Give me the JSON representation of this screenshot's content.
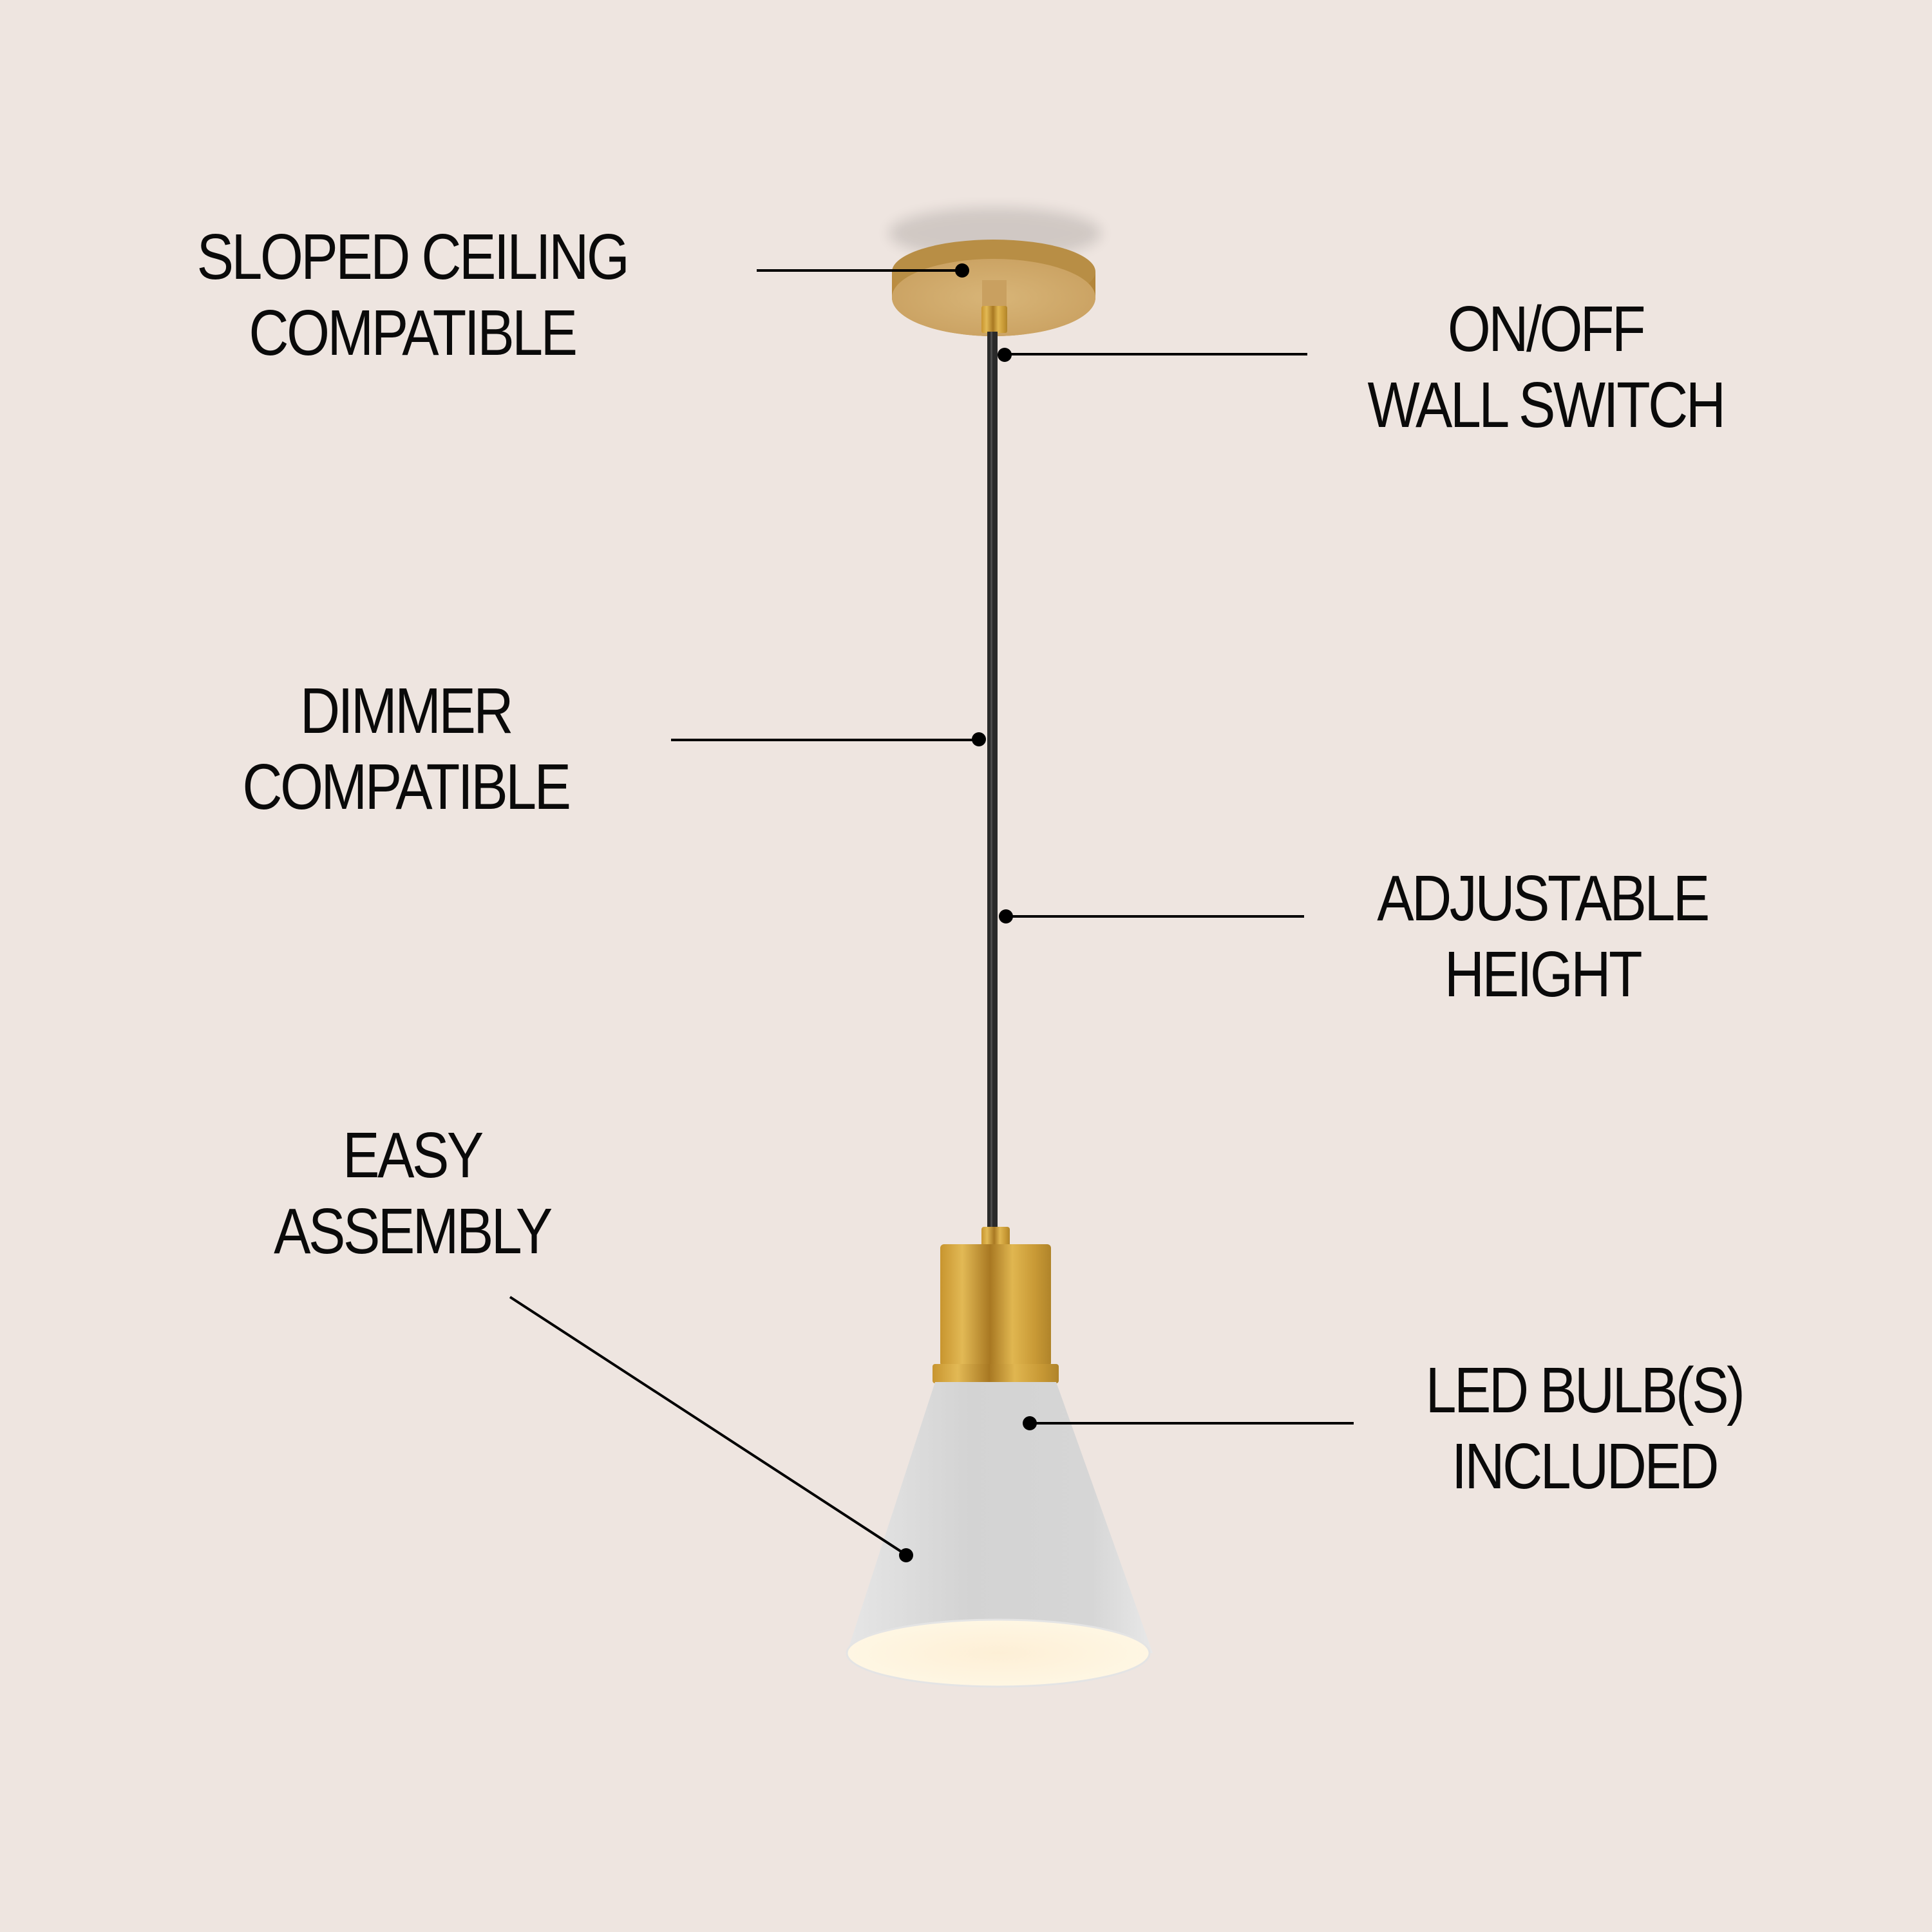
{
  "product": {
    "type": "pendant-light",
    "finish_colors": {
      "brass": "#C89A45",
      "shade_white": "#D9D9D9",
      "cord": "#2a2a2a",
      "background": "#EEE5E0"
    }
  },
  "callouts": [
    {
      "id": "sloped-ceiling",
      "line1": "SLOPED CEILING",
      "line2": "COMPATIBLE",
      "side": "left",
      "target": "canopy"
    },
    {
      "id": "on-off-switch",
      "line1": "ON/OFF",
      "line2": "WALL SWITCH",
      "side": "right",
      "target": "cord-top"
    },
    {
      "id": "dimmer",
      "line1": "DIMMER",
      "line2": "COMPATIBLE",
      "side": "left",
      "target": "cord"
    },
    {
      "id": "adjustable-height",
      "line1": "ADJUSTABLE",
      "line2": "HEIGHT",
      "side": "right",
      "target": "cord"
    },
    {
      "id": "easy-assembly",
      "line1": "EASY",
      "line2": "ASSEMBLY",
      "side": "left",
      "target": "shade"
    },
    {
      "id": "led-bulbs",
      "line1": "LED BULB(S)",
      "line2": "INCLUDED",
      "side": "right",
      "target": "shade"
    }
  ]
}
